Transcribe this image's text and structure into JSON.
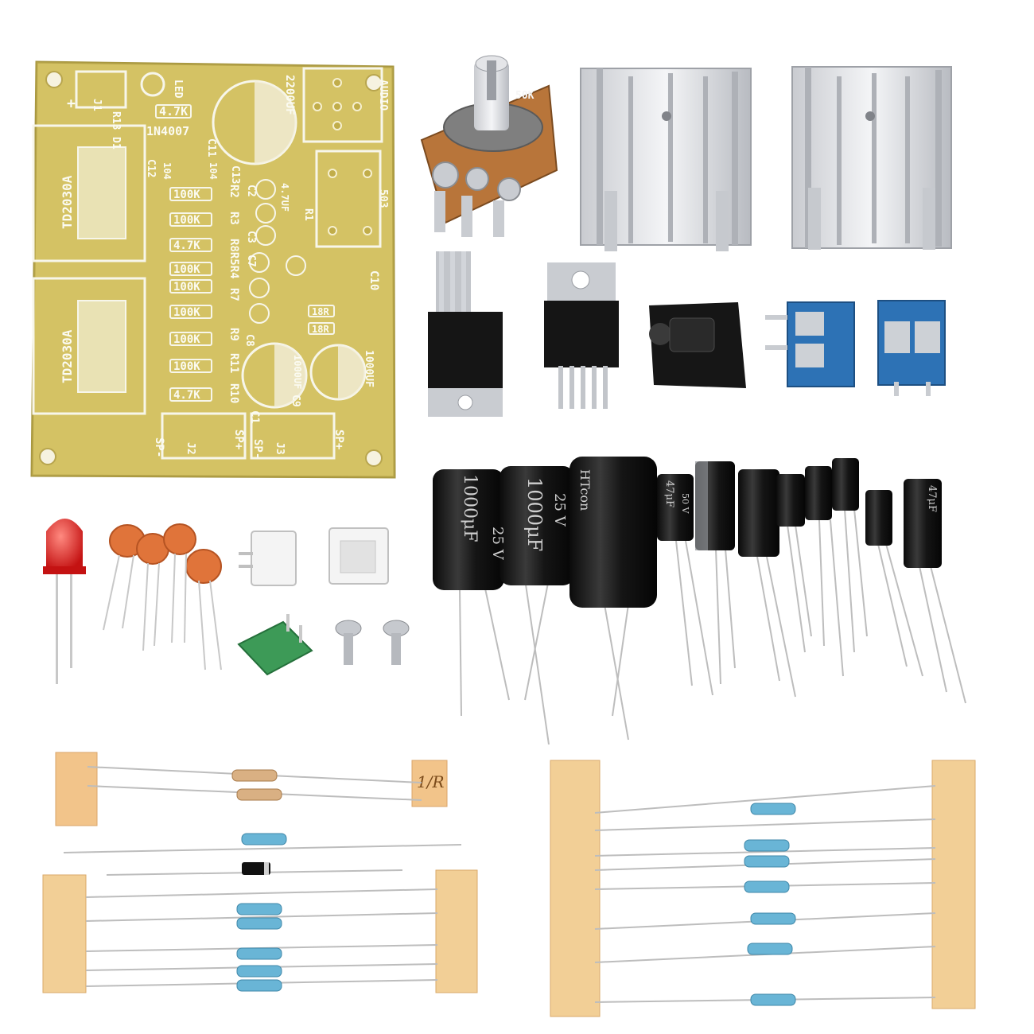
{
  "pcb": {
    "chip_a": "TD2030A",
    "chip_b": "TD2030A",
    "r_4k7_top": "4.7K",
    "r_4k7_mid": "4.7K",
    "r_4k7_bottom": "4.7K",
    "r_100k": "100K",
    "r_18r": "18R",
    "cap_104": "104",
    "diode": "1N4007",
    "led": "LED",
    "cap_2200": "2200UF",
    "cap_1000": "1000UF",
    "cap_1000_mid": "1000UF",
    "cap_4u7": "4.7UF",
    "audio": "AUDIO",
    "pot": "503",
    "sp_minus": "SP-",
    "sp_plus": "SP+",
    "j1": "J1",
    "j2": "J2",
    "j3": "J3",
    "d1": "D1",
    "r1": "R1",
    "r2": "R2",
    "r3": "R3",
    "r13": "R13",
    "r_mid_group": "R8R5R4",
    "r7": "R7",
    "r9": "R9",
    "r11": "R11",
    "r10": "R10",
    "c1": "C1",
    "c2": "C2",
    "c3": "C3",
    "c7": "C7",
    "c8": "C8",
    "c9": "C9",
    "c10": "C10",
    "c11": "C11",
    "c12": "C12",
    "c13": "C13",
    "plus": "+"
  },
  "potentiometer": {
    "value": "50K"
  },
  "capacitors": {
    "big1_value": "1000μF",
    "big1_voltage": "25 V",
    "big2_value": "1000μF",
    "big2_voltage": "25 V",
    "brand": "HTcon",
    "small_value": "47μF",
    "small_voltage": "50 V"
  },
  "tape": {
    "label": "1/R"
  }
}
